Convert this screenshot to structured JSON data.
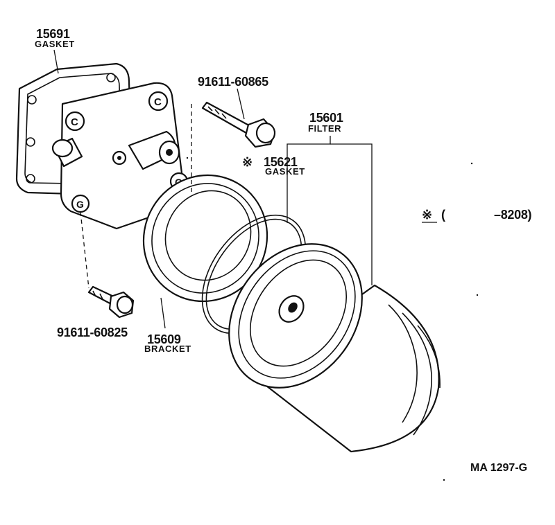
{
  "parts": [
    {
      "id": "gasket-cover",
      "number": "15691",
      "name": "GASKET"
    },
    {
      "id": "bolt-upper",
      "number": "91611-60865"
    },
    {
      "id": "filter",
      "number": "15601",
      "name": "FILTER"
    },
    {
      "id": "gasket-ring",
      "number": "15621",
      "name": "GASKET",
      "mark": "※"
    },
    {
      "id": "bolt-lower",
      "number": "91611-60825"
    },
    {
      "id": "bracket",
      "number": "15609",
      "name": "BRACKET"
    }
  ],
  "note": {
    "mark": "※",
    "open": "(",
    "code": "–8208)"
  },
  "drawing_id": "MA  1297-G"
}
